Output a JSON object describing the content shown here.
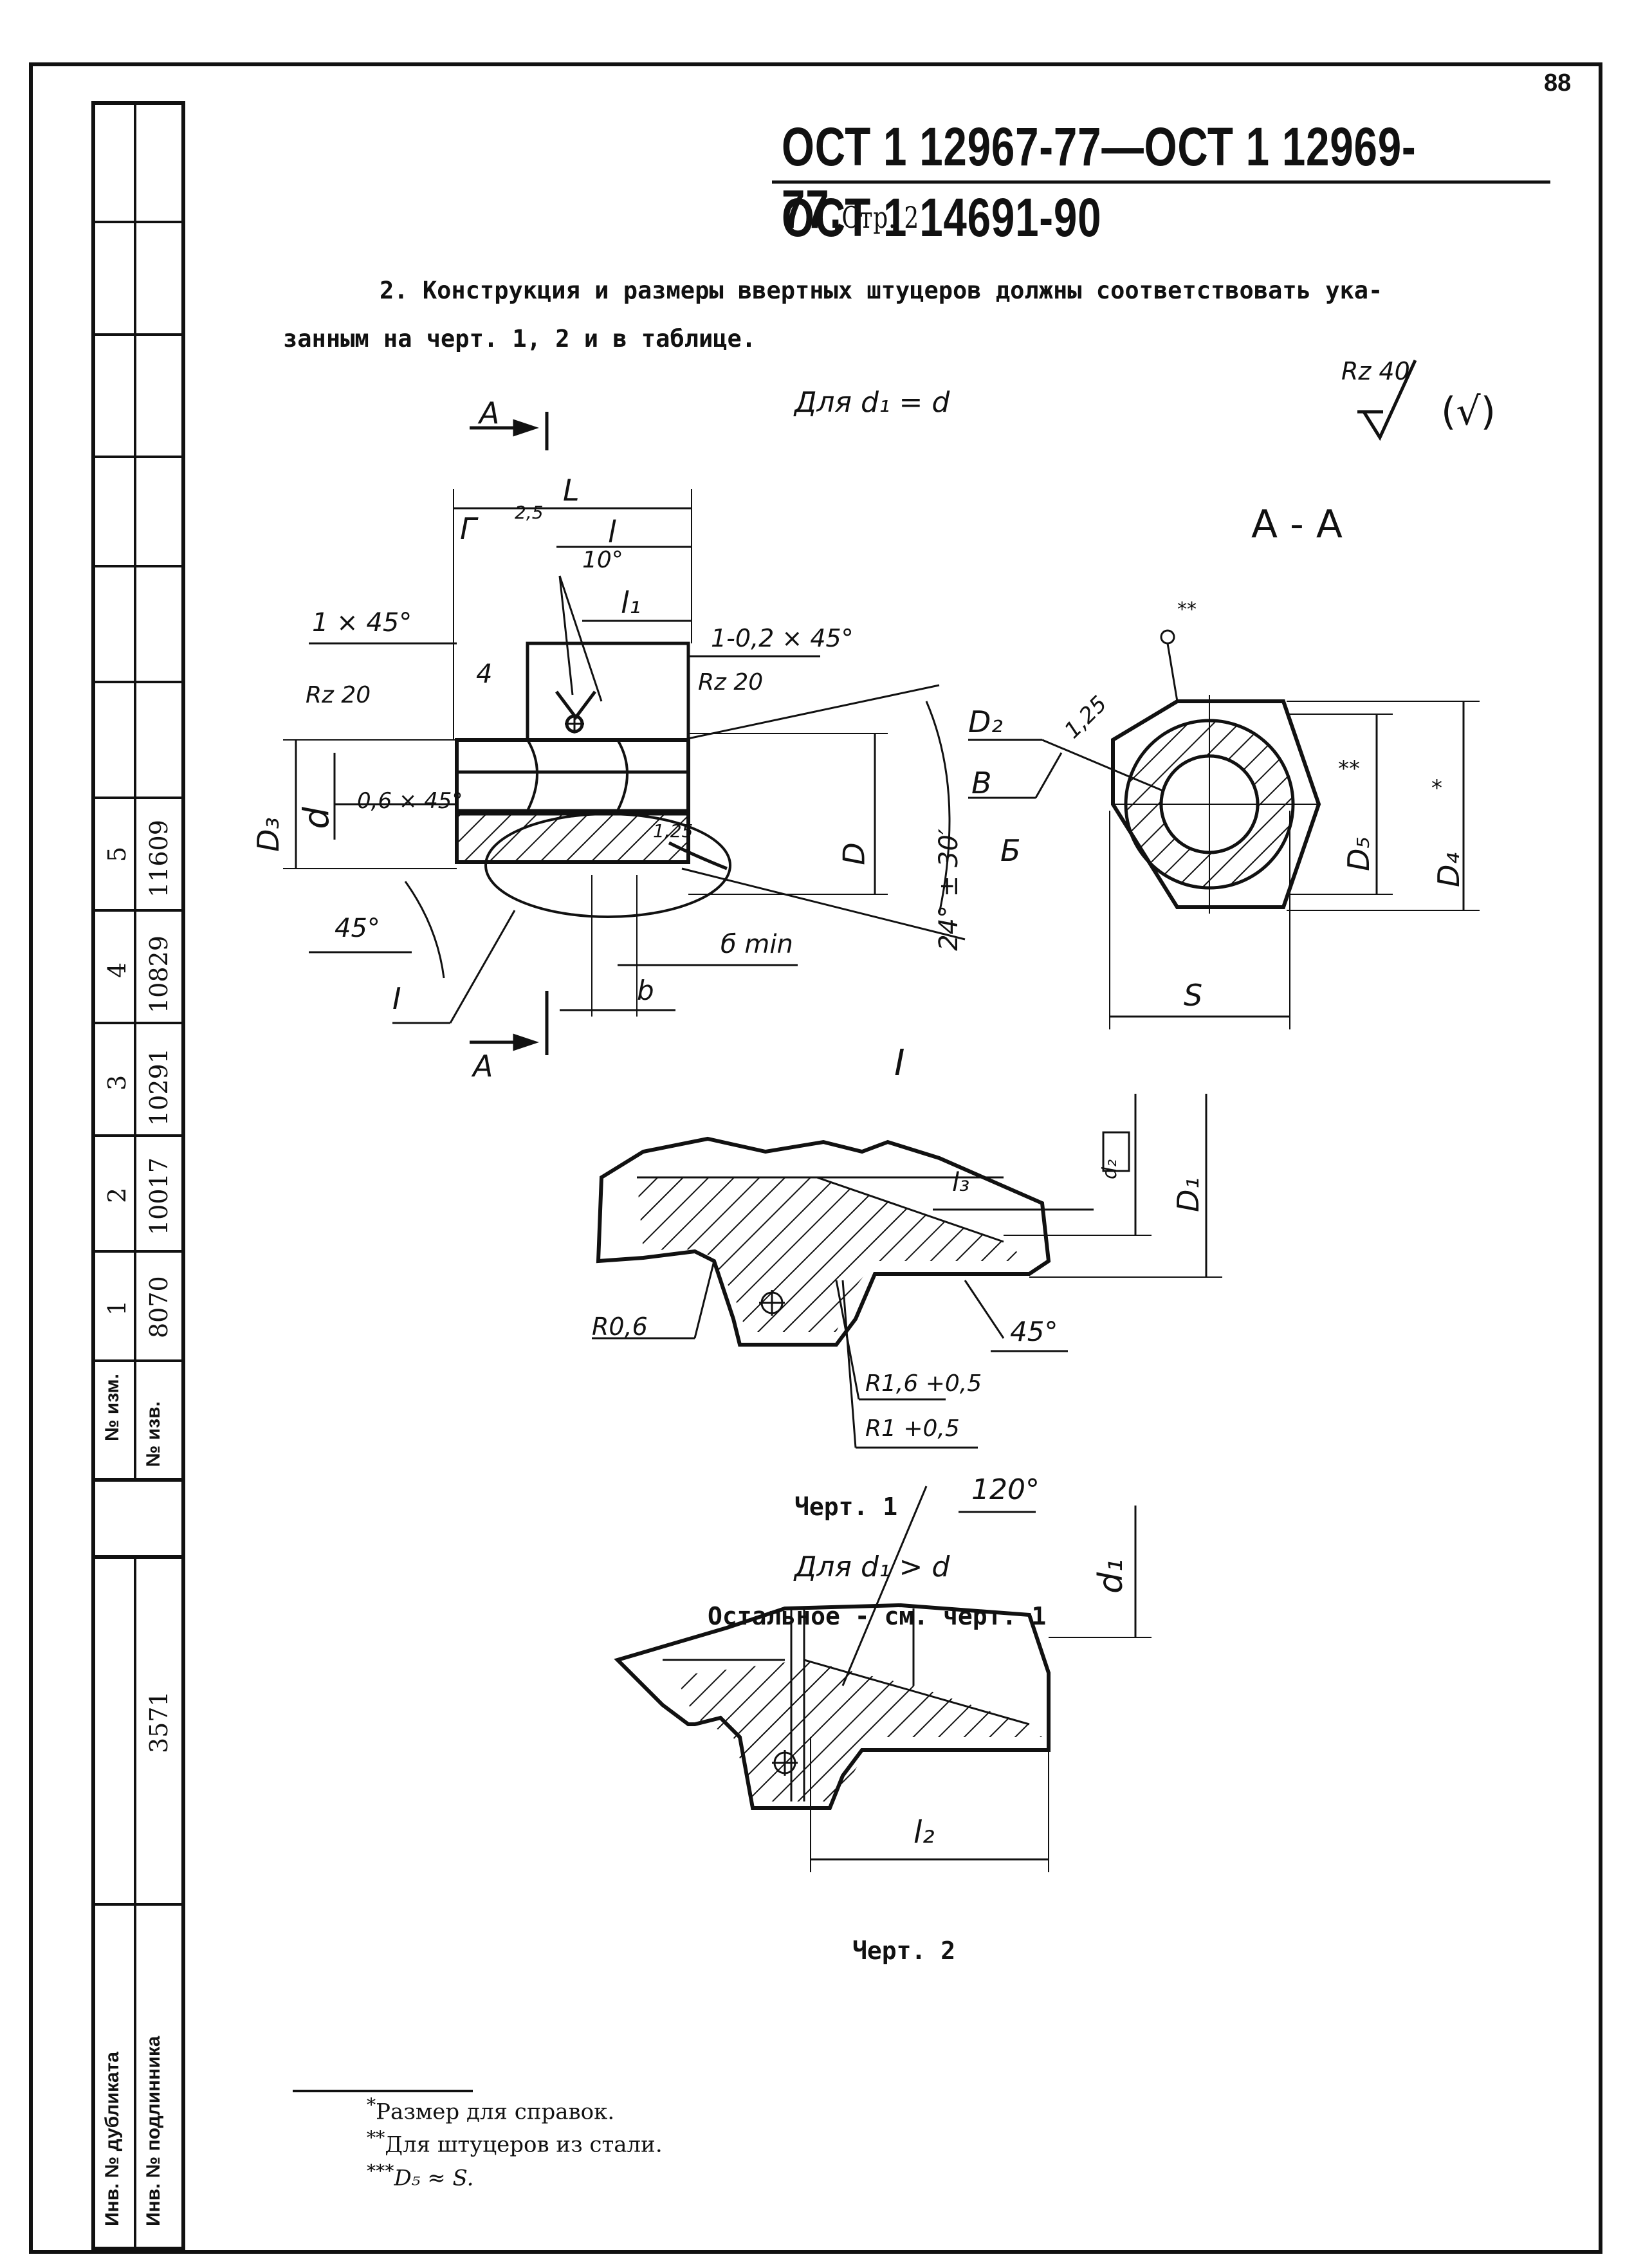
{
  "page_number": "88",
  "header": {
    "standard_line1": "ОСТ 1 12967-77—ОСТ 1 12969-77,",
    "page_ref": "Стр. 2",
    "standard_line2": "ОСТ 1 14691-90"
  },
  "intro": {
    "line1": "2. Конструкция и размеры ввертных штуцеров должны соответствовать ука-",
    "line2": "занным на черт. 1, 2 и в таблице."
  },
  "figure1": {
    "condition": "Для d₁ = d",
    "roughness_general": "Rz 40",
    "roughness_general_paren": "(√)",
    "section_label": "А - А",
    "cut_mark": "А",
    "labels": {
      "L": "L",
      "l": "l",
      "l1": "l₁",
      "G": "Г",
      "r25": "2,5",
      "ang10": "10°",
      "ch1": "1 × 45°",
      "ch2": "1-0,2 × 45°",
      "four": "4",
      "rz20a": "Rz 20",
      "rz20b": "Rz 20",
      "D3": "D₃",
      "d": "d",
      "ch06": "0,6 × 45°",
      "D": "D",
      "ang24": "24° ± 30′",
      "D2": "D₂",
      "B": "В",
      "Bb": "Б",
      "r125a": "1,25",
      "r125b": "1,25",
      "ang45": "45°",
      "I": "I",
      "b": "b",
      "bmin": "б min",
      "D5": "D₅",
      "D5mark": "**",
      "D4": "D₄",
      "D4mark": "*",
      "S": "S",
      "stars": "**"
    },
    "detail_title": "I",
    "detail_labels": {
      "d2": "d₂",
      "D1": "D₁",
      "l3": "l₃",
      "R06": "R0,6",
      "ang45": "45°",
      "R16": "R1,6 +0,5",
      "R1": "R1 +0,5"
    },
    "caption": "Черт. 1"
  },
  "figure2": {
    "condition": "Для d₁ > d",
    "note": "Остальное - см. черт. 1",
    "labels": {
      "ang120": "120°",
      "d1": "d₁",
      "l2": "l₂"
    },
    "caption": "Черт. 2"
  },
  "footnotes": [
    {
      "mark": "*",
      "text": "Размер для справок."
    },
    {
      "mark": "**",
      "text": "Для штуцеров из стали."
    },
    {
      "mark": "***",
      "text": "D₅ ≈ S."
    }
  ],
  "side_table": {
    "row_labels": [
      "№ изм.",
      "№ изв."
    ],
    "changes": [
      {
        "num": "1",
        "doc": "8070"
      },
      {
        "num": "2",
        "doc": "10017"
      },
      {
        "num": "3",
        "doc": "10291"
      },
      {
        "num": "4",
        "doc": "10829"
      },
      {
        "num": "5",
        "doc": "11609"
      }
    ],
    "bottom_labels": [
      "Инв. № дубликата",
      "Инв. № подлинника"
    ],
    "inventory": "3571"
  }
}
